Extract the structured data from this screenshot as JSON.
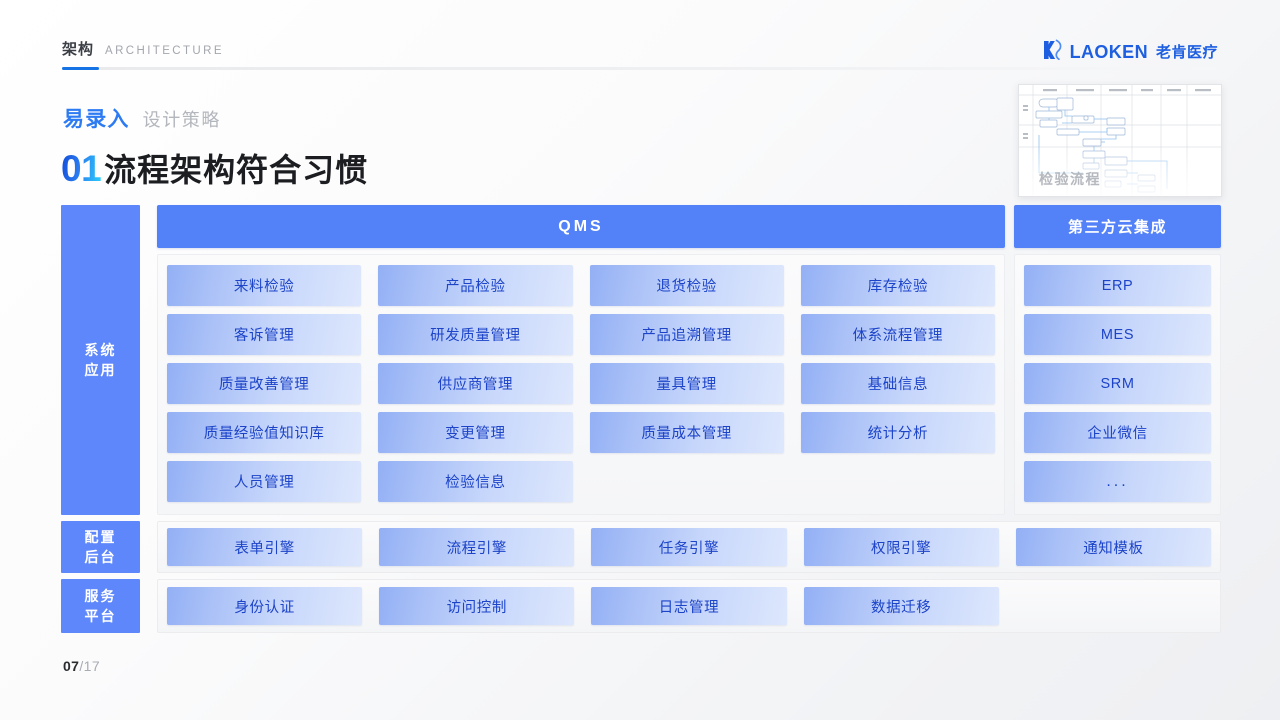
{
  "nav": {
    "cn": "架构",
    "en": "ARCHITECTURE"
  },
  "brand": {
    "en": "LAOKEN",
    "cn": "老肯医疗",
    "mark": "laoken-k-mark",
    "color": "#1d5fe0"
  },
  "thumbnail": {
    "label": "检验流程",
    "alt": "inspection-flowchart-thumbnail"
  },
  "subhead": {
    "strong": "易录入",
    "light": "设计策略"
  },
  "mainhead": {
    "number": "01",
    "text": "流程架构符合习惯"
  },
  "colors": {
    "accent_blue": "#5381f8",
    "tier_blue": "#5e87fb",
    "cell_text": "#1c43c8",
    "nav_active": "#1573e6"
  },
  "diagram": {
    "tiers": [
      {
        "line1": "系统",
        "line2": "应用"
      },
      {
        "line1": "配置",
        "line2": "后台"
      },
      {
        "line1": "服务",
        "line2": "平台"
      }
    ],
    "qms": {
      "title": "QMS",
      "columns": [
        [
          "来料检验",
          "客诉管理",
          "质量改善管理",
          "质量经验值知识库",
          "人员管理"
        ],
        [
          "产品检验",
          "研发质量管理",
          "供应商管理",
          "变更管理",
          "检验信息"
        ],
        [
          "退货检验",
          "产品追溯管理",
          "量具管理",
          "质量成本管理",
          ""
        ],
        [
          "库存检验",
          "体系流程管理",
          "基础信息",
          "统计分析",
          ""
        ]
      ]
    },
    "cloud": {
      "title": "第三方云集成",
      "items": [
        "ERP",
        "MES",
        "SRM",
        "企业微信",
        "..."
      ]
    },
    "config": {
      "items": [
        "表单引擎",
        "流程引擎",
        "任务引擎",
        "权限引擎",
        "通知模板"
      ]
    },
    "service": {
      "items": [
        "身份认证",
        "访问控制",
        "日志管理",
        "数据迁移",
        ""
      ]
    }
  },
  "footer": {
    "current": "07",
    "separator": "/",
    "total": "17"
  }
}
